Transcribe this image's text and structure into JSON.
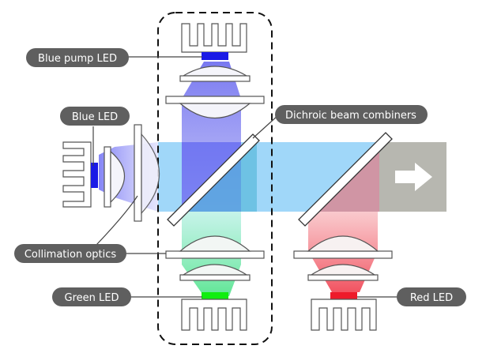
{
  "labels": {
    "blue_pump_led": "Blue pump LED",
    "blue_led": "Blue LED",
    "dichroic": "Dichroic beam combiners",
    "collimation": "Collimation optics",
    "green_led": "Green LED",
    "red_led": "Red LED"
  },
  "colors": {
    "label_bg": "#5f5f5f",
    "outline": "#555555",
    "blue_led": "#1a1ae6",
    "green_led": "#10ee10",
    "red_led": "#ee1a2a",
    "blue_beam": "#8a8af5",
    "cyan_beam": "#8fd6f8",
    "teal_beam": "#9fe3d6",
    "red_beam": "#f4a3a8",
    "combined_beam": "#b9bab4",
    "arrow": "#ffffff"
  },
  "icons": {
    "output": "arrow-right-icon"
  }
}
